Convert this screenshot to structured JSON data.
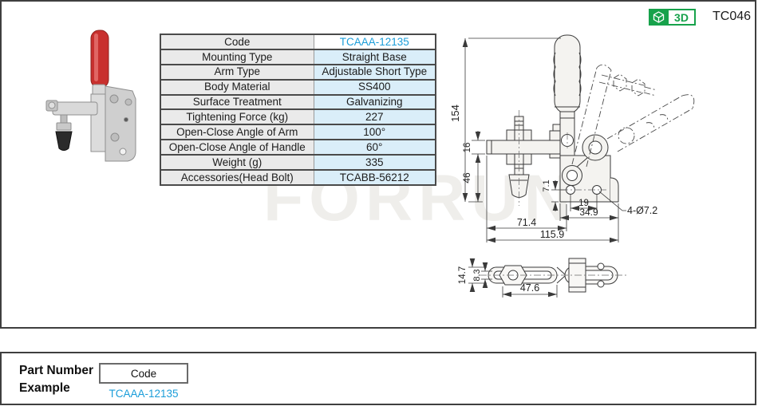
{
  "header": {
    "badge_3d_label": "3D",
    "page_code": "TC046"
  },
  "watermark_text": "FORRUN",
  "spec_table": {
    "rows": [
      {
        "label": "Code",
        "value": "TCAAA-12135"
      },
      {
        "label": "Mounting Type",
        "value": "Straight Base"
      },
      {
        "label": "Arm Type",
        "value": "Adjustable Short Type"
      },
      {
        "label": "Body Material",
        "value": "SS400"
      },
      {
        "label": "Surface Treatment",
        "value": "Galvanizing"
      },
      {
        "label": "Tightening Force (kg)",
        "value": "227"
      },
      {
        "label": "Open-Close Angle of Arm",
        "value": "100°"
      },
      {
        "label": "Open-Close Angle of Handle",
        "value": "60°"
      },
      {
        "label": "Weight (g)",
        "value": "335"
      },
      {
        "label": "Accessories(Head Bolt)",
        "value": "TCABB-56212"
      }
    ]
  },
  "drawing": {
    "dims": {
      "overall_height": "154",
      "arm_height": "16",
      "base_height": "46",
      "hole_offset": "7.1",
      "hole_spacing": "19",
      "base_width": "34.9",
      "arm_reach": "71.4",
      "overall_width": "115.9",
      "hole_callout": "4-Ø7.2",
      "side_height": "14.7",
      "slot_height": "8.3",
      "arm_length": "47.6"
    }
  },
  "part_number_example": {
    "label_line1": "Part Number",
    "label_line2": "Example",
    "code_label": "Code",
    "code_value": "TCAAA-12135"
  },
  "colors": {
    "accent_blue": "#1a9dd9",
    "accent_green": "#17a24b",
    "table_label_bg": "#eaeaea",
    "table_value_bg": "#daeef9",
    "frame_border": "#3f3f3f",
    "handle_red": "#c8302e"
  }
}
